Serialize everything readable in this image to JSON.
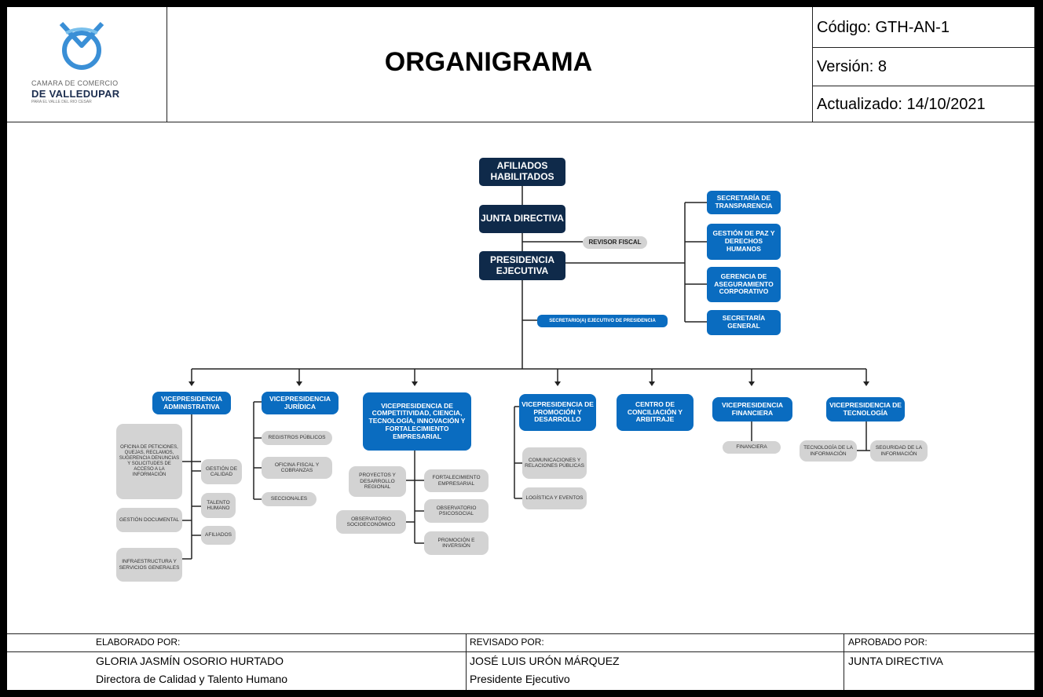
{
  "header": {
    "logo_line1": "CAMARA DE COMERCIO",
    "logo_line2": "DE VALLEDUPAR",
    "logo_line3": "PARA EL VALLE DEL RIO CESAR",
    "title": "ORGANIGRAMA",
    "codigo": "Código: GTH-AN-1",
    "version": "Versión: 8",
    "actualizado": "Actualizado: 14/10/2021"
  },
  "org": {
    "afiliados": "AFILIADOS HABILITADOS",
    "junta": "JUNTA DIRECTIVA",
    "revisor": "REVISOR FISCAL",
    "presidencia": "PRESIDENCIA EJECUTIVA",
    "secretario": "SECRETARIO(A) EJECUTIVO DE PRESIDENCIA",
    "right": [
      "SECRETARÍA DE TRANSPARENCIA",
      "GESTIÓN DE PAZ Y DERECHOS HUMANOS",
      "GERENCIA DE ASEGURAMIENTO CORPORATIVO",
      "SECRETARÍA GENERAL"
    ],
    "vp_admin": {
      "title": "VICEPRESIDENCIA ADMINISTRATIVA",
      "left": [
        "OFICINA DE PETICIONES, QUEJAS, RECLAMOS, SUGERENCIA DENUNCIAS Y SOLICITUDES DE ACCESO A LA INFORMACIÓN",
        "GESTIÓN DOCUMENTAL",
        "INFRAESTRUCTURA Y SERVICIOS GENERALES"
      ],
      "right": [
        "GESTIÓN DE CALIDAD",
        "TALENTO HUMANO",
        "AFILIADOS"
      ]
    },
    "vp_juridica": {
      "title": "VICEPRESIDENCIA JURÍDICA",
      "items": [
        "REGISTROS PÚBLICOS",
        "OFICINA FISCAL Y COBRANZAS",
        "SECCIONALES"
      ]
    },
    "vp_comp": {
      "title": "VICEPRESIDENCIA DE COMPETITIVIDAD, CIENCIA, TECNOLOGÍA, INNOVACIÓN Y FORTALECIMIENTO EMPRESARIAL",
      "left": [
        "PROYECTOS Y DESARROLLO REGIONAL",
        "OBSERVATORIO SOCIOECONÓMICO"
      ],
      "right": [
        "FORTALECIMIENTO EMPRESARIAL",
        "OBSERVATORIO PSICOSOCIAL",
        "PROMOCIÓN E INVERSIÓN"
      ]
    },
    "vp_promo": {
      "title": "VICEPRESIDENCIA DE PROMOCIÓN Y DESARROLLO",
      "items": [
        "COMUNICACIONES Y RELACIONES PÚBLICAS",
        "LOGÍSTICA Y EVENTOS"
      ]
    },
    "centro": "CENTRO DE CONCILIACIÓN Y ARBITRAJE",
    "vp_fin": {
      "title": "VICEPRESIDENCIA FINANCIERA",
      "items": [
        "FINANCIERA"
      ]
    },
    "vp_tec": {
      "title": "VICEPRESIDENCIA DE TECNOLOGÍA",
      "items": [
        "TECNOLOGÍA DE LA INFORMACIÓN",
        "SEGURIDAD DE LA INFORMACIÓN"
      ]
    }
  },
  "footer": {
    "elaborado_label": "ELABORADO POR:",
    "elaborado_name": "GLORIA JASMÍN OSORIO HURTADO",
    "elaborado_role": "Directora de Calidad y Talento Humano",
    "revisado_label": "REVISADO POR:",
    "revisado_name": "JOSÉ LUIS URÓN MÁRQUEZ",
    "revisado_role": "Presidente Ejecutivo",
    "aprobado_label": "APROBADO POR:",
    "aprobado_name": "JUNTA DIRECTIVA"
  },
  "colors": {
    "navy": "#0f2a4a",
    "blue": "#0a6cc0",
    "gray": "#d3d3d3"
  }
}
